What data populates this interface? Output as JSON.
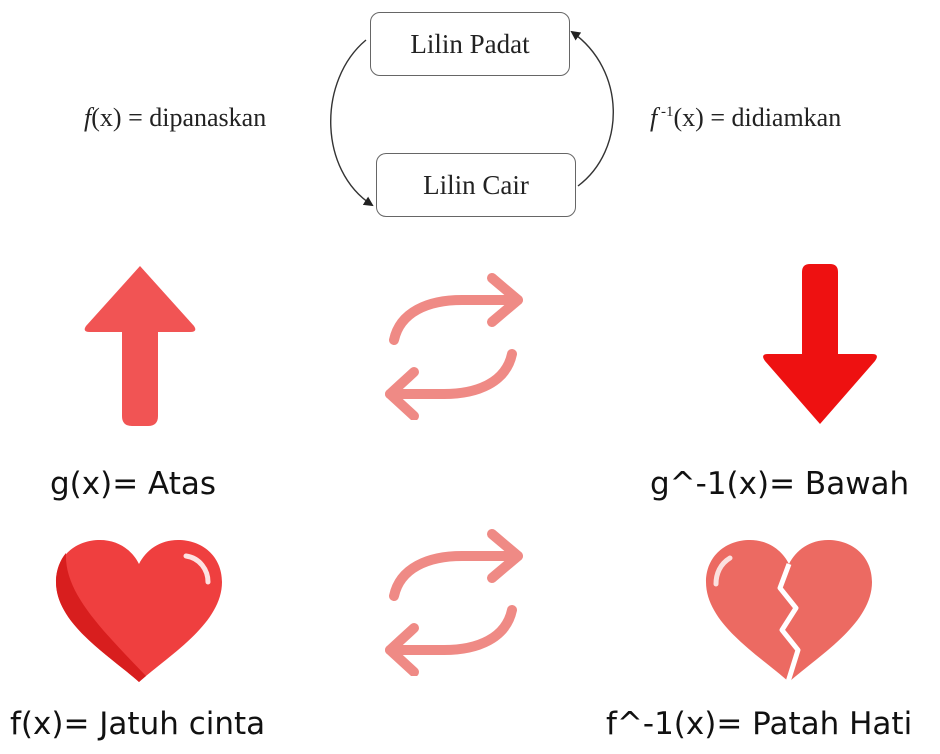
{
  "diagram": {
    "box_top": "Lilin Padat",
    "box_bottom": "Lilin Cair",
    "left_fn": "f",
    "left_var": "(x)",
    "left_text": " = dipanaskan",
    "right_fn": "f",
    "right_sup": " -1",
    "right_var": "(x)",
    "right_text": " = didiamkan"
  },
  "captions": {
    "up": "g(x)= Atas",
    "down": "g^-1(x)= Bawah",
    "love": "f(x)= Jatuh cinta",
    "broken": "f^-1(x)= Patah Hati"
  },
  "colors": {
    "arrow_up": "#f15454",
    "arrow_down": "#ee1111",
    "cycle": "#ef8a85",
    "heart": "#ef3f3f",
    "heart_dark": "#d81e1e",
    "broken_heart": "#ec6a62"
  },
  "icons": [
    "arrow-up-icon",
    "cycle-arrows-icon",
    "arrow-down-icon",
    "heart-icon",
    "broken-heart-icon"
  ]
}
